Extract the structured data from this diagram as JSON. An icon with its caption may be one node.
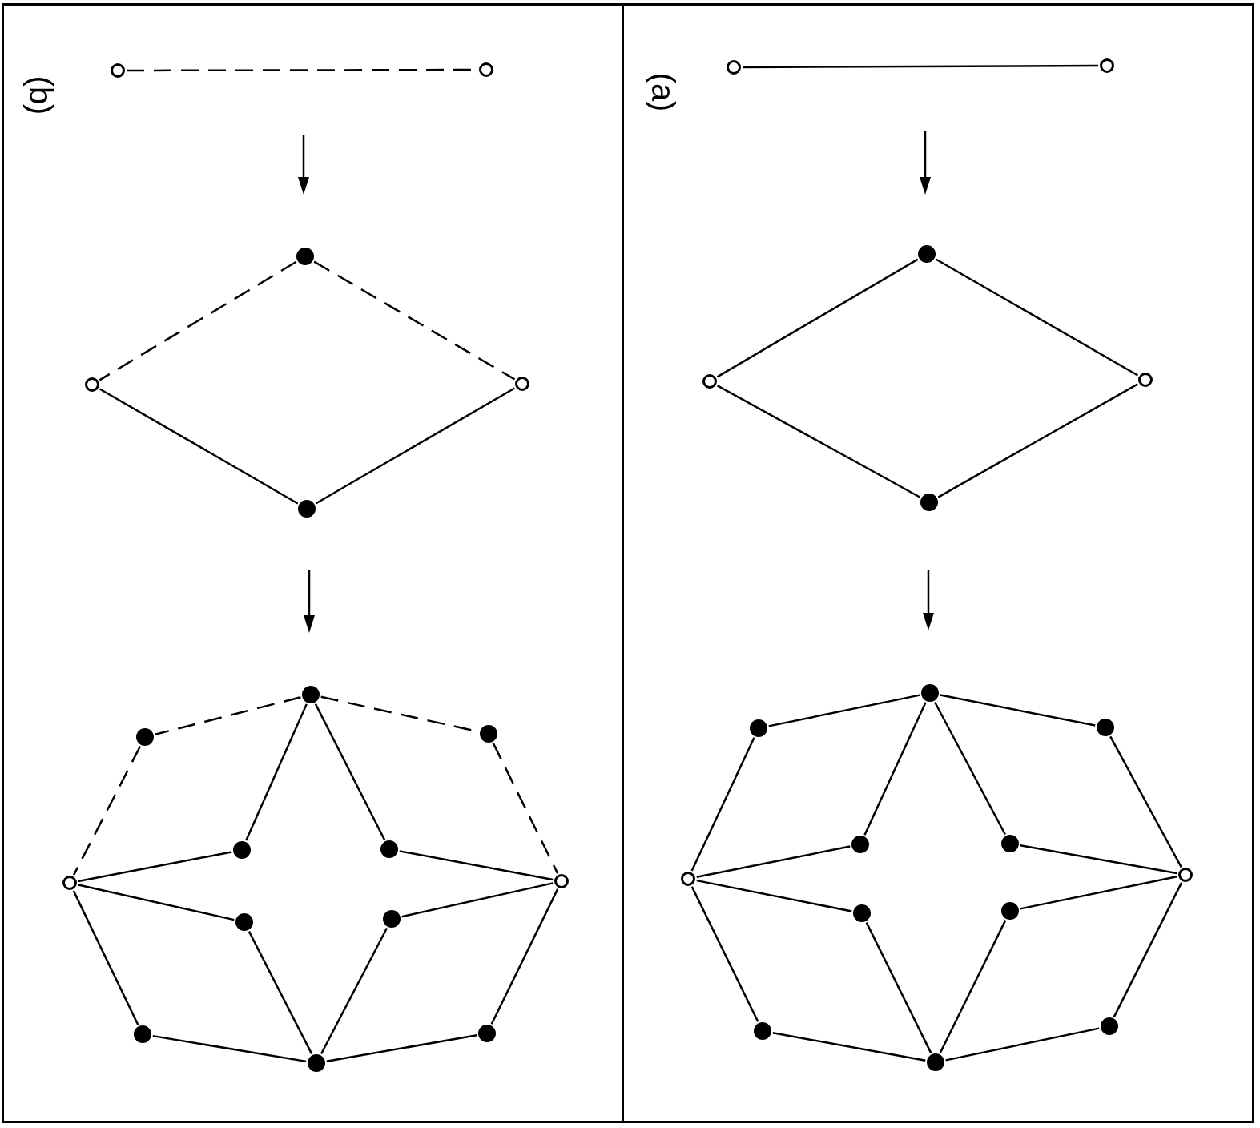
{
  "diagram": {
    "nodes": [
      {
        "text": [
          "(b)"
        ]
      },
      {
        "text": [],
        "shape": "circle",
        "in": 0
      },
      {
        "text": [],
        "shape": "circle",
        "in": 0
      },
      {
        "text": [],
        "shape": "dot",
        "in": 0
      },
      {
        "text": [],
        "shape": "circle",
        "in": 0
      },
      {
        "text": [],
        "shape": "circle",
        "in": 0
      },
      {
        "text": [],
        "shape": "dot",
        "in": 0
      },
      {
        "text": [],
        "shape": "dot",
        "in": 0
      },
      {
        "text": [],
        "shape": "dot",
        "in": 0
      },
      {
        "text": [],
        "shape": "dot",
        "in": 0
      },
      {
        "text": [],
        "shape": "dot",
        "in": 0
      },
      {
        "text": [],
        "shape": "dot",
        "in": 0
      },
      {
        "text": [],
        "shape": "circle",
        "in": 0
      },
      {
        "text": [],
        "shape": "circle",
        "in": 0
      },
      {
        "text": [],
        "shape": "dot",
        "in": 0
      },
      {
        "text": [],
        "shape": "dot",
        "in": 0
      },
      {
        "text": [],
        "shape": "dot",
        "in": 0
      },
      {
        "text": [],
        "shape": "dot",
        "in": 0
      },
      {
        "text": [],
        "shape": "dot",
        "in": 0
      },
      {
        "text": [
          "(a)"
        ]
      },
      {
        "text": [],
        "shape": "circle",
        "in": 19
      },
      {
        "text": [],
        "shape": "circle",
        "in": 19
      },
      {
        "text": [],
        "shape": "dot",
        "in": 19
      },
      {
        "text": [],
        "shape": "circle",
        "in": 19
      },
      {
        "text": [],
        "shape": "circle",
        "in": 19
      },
      {
        "text": [],
        "shape": "dot",
        "in": 19
      },
      {
        "text": [],
        "shape": "dot",
        "in": 19
      },
      {
        "text": [],
        "shape": "dot",
        "in": 19
      },
      {
        "text": [],
        "shape": "dot",
        "in": 19
      },
      {
        "text": [],
        "shape": "dot",
        "in": 19
      },
      {
        "text": [],
        "shape": "dot",
        "in": 19
      },
      {
        "text": [],
        "shape": "circle",
        "in": 19
      },
      {
        "text": [],
        "shape": "circle",
        "in": 19
      },
      {
        "text": [],
        "shape": "dot",
        "in": 19
      },
      {
        "text": [],
        "shape": "dot",
        "in": 19
      },
      {
        "text": [],
        "shape": "dot",
        "in": 19
      },
      {
        "text": [],
        "shape": "dot",
        "in": 19
      },
      {
        "text": [],
        "shape": "dot",
        "in": 19
      }
    ],
    "edges": [
      {
        "from": 1,
        "to": 2,
        "arrow": "none",
        "style": "dashed"
      },
      {
        "from": 3,
        "to": 4,
        "arrow": "none",
        "style": "dashed"
      },
      {
        "from": 3,
        "to": 5,
        "arrow": "none",
        "style": "dashed"
      },
      {
        "from": 4,
        "to": 6,
        "arrow": "none"
      },
      {
        "from": 5,
        "to": 6,
        "arrow": "none"
      },
      {
        "from": 7,
        "to": 8,
        "arrow": "none",
        "style": "dashed"
      },
      {
        "from": 8,
        "to": 12,
        "arrow": "none",
        "style": "dashed"
      },
      {
        "from": 7,
        "to": 9,
        "arrow": "none",
        "style": "dashed"
      },
      {
        "from": 9,
        "to": 13,
        "arrow": "none",
        "style": "dashed"
      },
      {
        "from": 12,
        "to": 16,
        "arrow": "none"
      },
      {
        "from": 16,
        "to": 18,
        "arrow": "none"
      },
      {
        "from": 18,
        "to": 17,
        "arrow": "none"
      },
      {
        "from": 17,
        "to": 13,
        "arrow": "none"
      },
      {
        "from": 7,
        "to": 10,
        "arrow": "none"
      },
      {
        "from": 10,
        "to": 12,
        "arrow": "none"
      },
      {
        "from": 7,
        "to": 11,
        "arrow": "none"
      },
      {
        "from": 11,
        "to": 13,
        "arrow": "none"
      },
      {
        "from": 12,
        "to": 14,
        "arrow": "none"
      },
      {
        "from": 14,
        "to": 18,
        "arrow": "none"
      },
      {
        "from": 13,
        "to": 15,
        "arrow": "none"
      },
      {
        "from": 15,
        "to": 18,
        "arrow": "none"
      },
      {
        "from": 20,
        "to": 21,
        "arrow": "none"
      },
      {
        "from": 22,
        "to": 23,
        "arrow": "none"
      },
      {
        "from": 22,
        "to": 24,
        "arrow": "none"
      },
      {
        "from": 23,
        "to": 25,
        "arrow": "none"
      },
      {
        "from": 24,
        "to": 25,
        "arrow": "none"
      },
      {
        "from": 26,
        "to": 27,
        "arrow": "none"
      },
      {
        "from": 27,
        "to": 31,
        "arrow": "none"
      },
      {
        "from": 26,
        "to": 28,
        "arrow": "none"
      },
      {
        "from": 28,
        "to": 32,
        "arrow": "none"
      },
      {
        "from": 31,
        "to": 35,
        "arrow": "none"
      },
      {
        "from": 35,
        "to": 37,
        "arrow": "none"
      },
      {
        "from": 37,
        "to": 36,
        "arrow": "none"
      },
      {
        "from": 36,
        "to": 32,
        "arrow": "none"
      },
      {
        "from": 26,
        "to": 29,
        "arrow": "none"
      },
      {
        "from": 29,
        "to": 31,
        "arrow": "none"
      },
      {
        "from": 26,
        "to": 30,
        "arrow": "none"
      },
      {
        "from": 30,
        "to": 32,
        "arrow": "none"
      },
      {
        "from": 31,
        "to": 33,
        "arrow": "none"
      },
      {
        "from": 33,
        "to": 37,
        "arrow": "none"
      },
      {
        "from": 32,
        "to": 34,
        "arrow": "none"
      },
      {
        "from": 34,
        "to": 37,
        "arrow": "none"
      }
    ]
  }
}
